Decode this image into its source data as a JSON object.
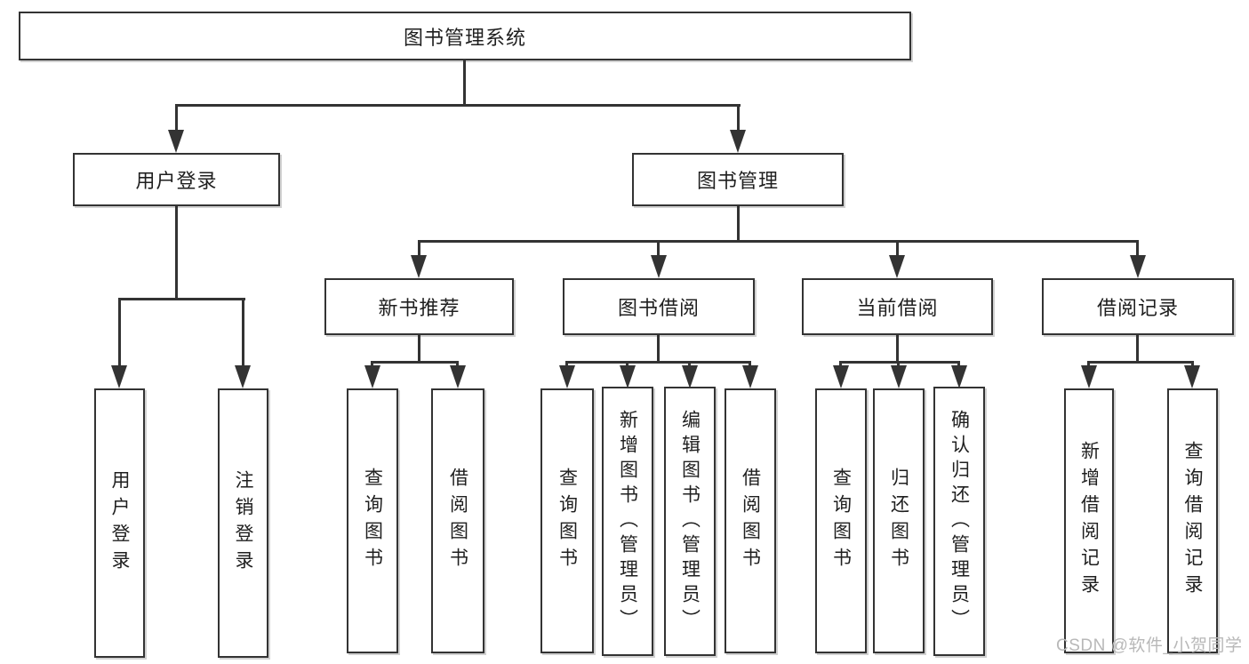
{
  "diagram": {
    "type": "tree",
    "root": {
      "label": "图书管理系统",
      "children": [
        {
          "label": "用户登录",
          "children": [
            {
              "label": "用户登录"
            },
            {
              "label": "注销登录"
            }
          ]
        },
        {
          "label": "图书管理",
          "children": [
            {
              "label": "新书推荐",
              "children": [
                {
                  "label": "查询图书"
                },
                {
                  "label": "借阅图书"
                }
              ]
            },
            {
              "label": "图书借阅",
              "children": [
                {
                  "label": "查询图书"
                },
                {
                  "label": "新增图书（管理员）"
                },
                {
                  "label": "编辑图书（管理员）"
                },
                {
                  "label": "借阅图书"
                }
              ]
            },
            {
              "label": "当前借阅",
              "children": [
                {
                  "label": "查询图书"
                },
                {
                  "label": "归还图书"
                },
                {
                  "label": "确认归还（管理员）"
                }
              ]
            },
            {
              "label": "借阅记录",
              "children": [
                {
                  "label": "新增借阅记录"
                },
                {
                  "label": "查询借阅记录"
                }
              ]
            }
          ]
        }
      ]
    }
  },
  "watermark": {
    "text": "CSDN @软件_小贺同学",
    "color": "#b8b8b8"
  },
  "colors": {
    "line": "#333333",
    "box_border": "#333333",
    "box_fill": "#ffffff",
    "background": "#ffffff",
    "text": "#1f1f1f",
    "watermark": "#b8b8b8"
  }
}
